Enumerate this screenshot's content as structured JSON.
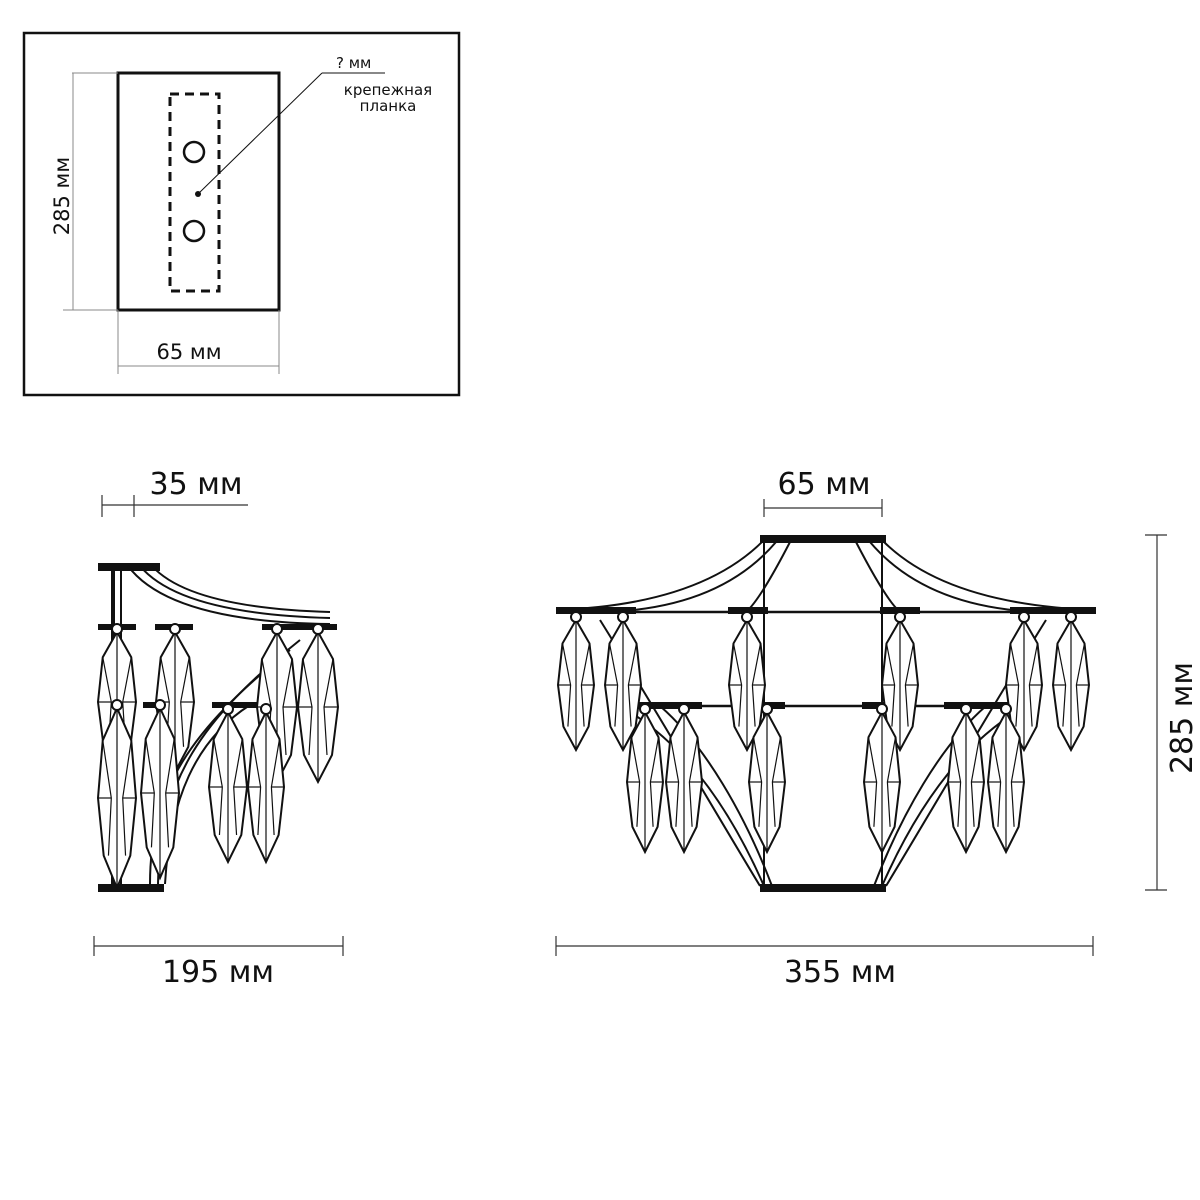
{
  "mount_panel": {
    "unknown_dim": "? мм",
    "plate_label_line1": "крепежная",
    "plate_label_line2": "планка",
    "height_dim": "285 мм",
    "width_dim": "65 мм"
  },
  "side_view": {
    "depth_dim": "35 мм",
    "width_dim": "195 мм"
  },
  "front_view": {
    "plate_dim": "65 мм",
    "width_dim": "355 мм",
    "height_dim": "285 мм"
  },
  "colors": {
    "line": "#111111",
    "background": "#ffffff"
  }
}
